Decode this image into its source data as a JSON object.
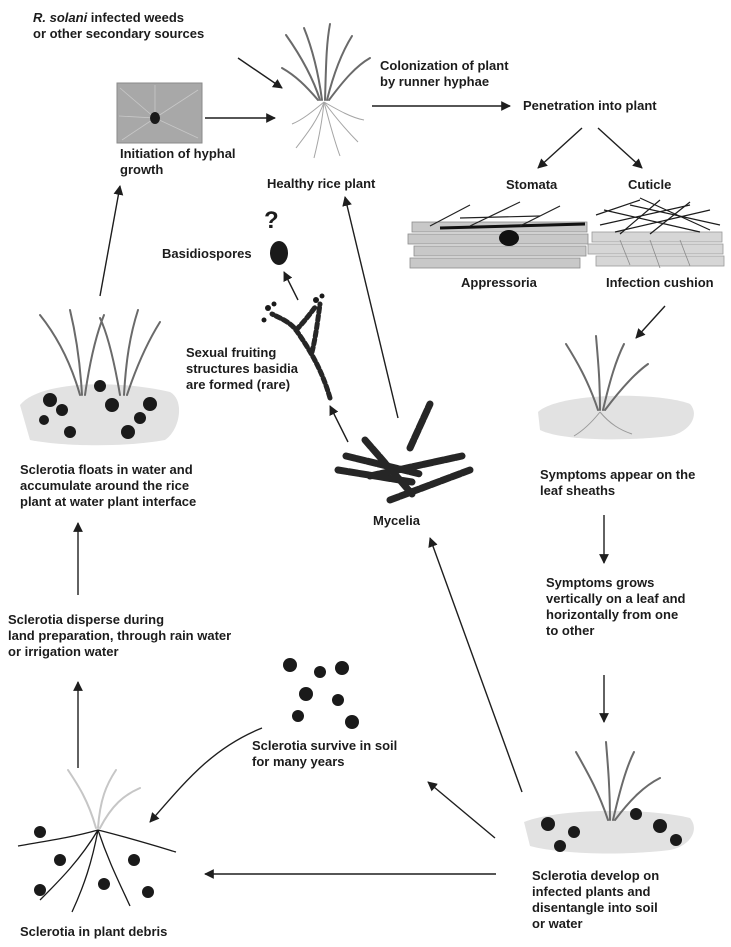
{
  "labels": {
    "source_prefix": "R. solani",
    "source_rest": " infected weeds\nor other secondary sources",
    "initiation": "Initiation of hyphal\ngrowth",
    "healthy": "Healthy rice plant",
    "colonization": "Colonization of plant\nby runner hyphae",
    "penetration": "Penetration into plant",
    "stomata": "Stomata",
    "cuticle": "Cuticle",
    "basidiospores": "Basidiospores",
    "question_mark": "?",
    "appressoria": "Appressoria",
    "infection_cushion": "Infection cushion",
    "sexual": "Sexual fruiting\nstructures basidia\nare formed (rare)",
    "mycelia": "Mycelia",
    "sclerotia_float": "Sclerotia floats in water and\naccumulate around the rice\nplant at water  plant interface",
    "symptoms_appear": "Symptoms appear on the\nleaf sheaths",
    "symptoms_grow": "Symptoms grows\nvertically on a leaf and\nhorizontally from one\nto other",
    "sclerotia_disperse": "Sclerotia disperse during\nland preparation,  through rain water\nor irrigation water",
    "sclerotia_survive": "Sclerotia survive in soil\nfor many years",
    "sclerotia_develop": "Sclerotia develop on\ninfected plants and\ndisentangle into soil\nor water",
    "sclerotia_debris": "Sclerotia in plant debris"
  }
}
